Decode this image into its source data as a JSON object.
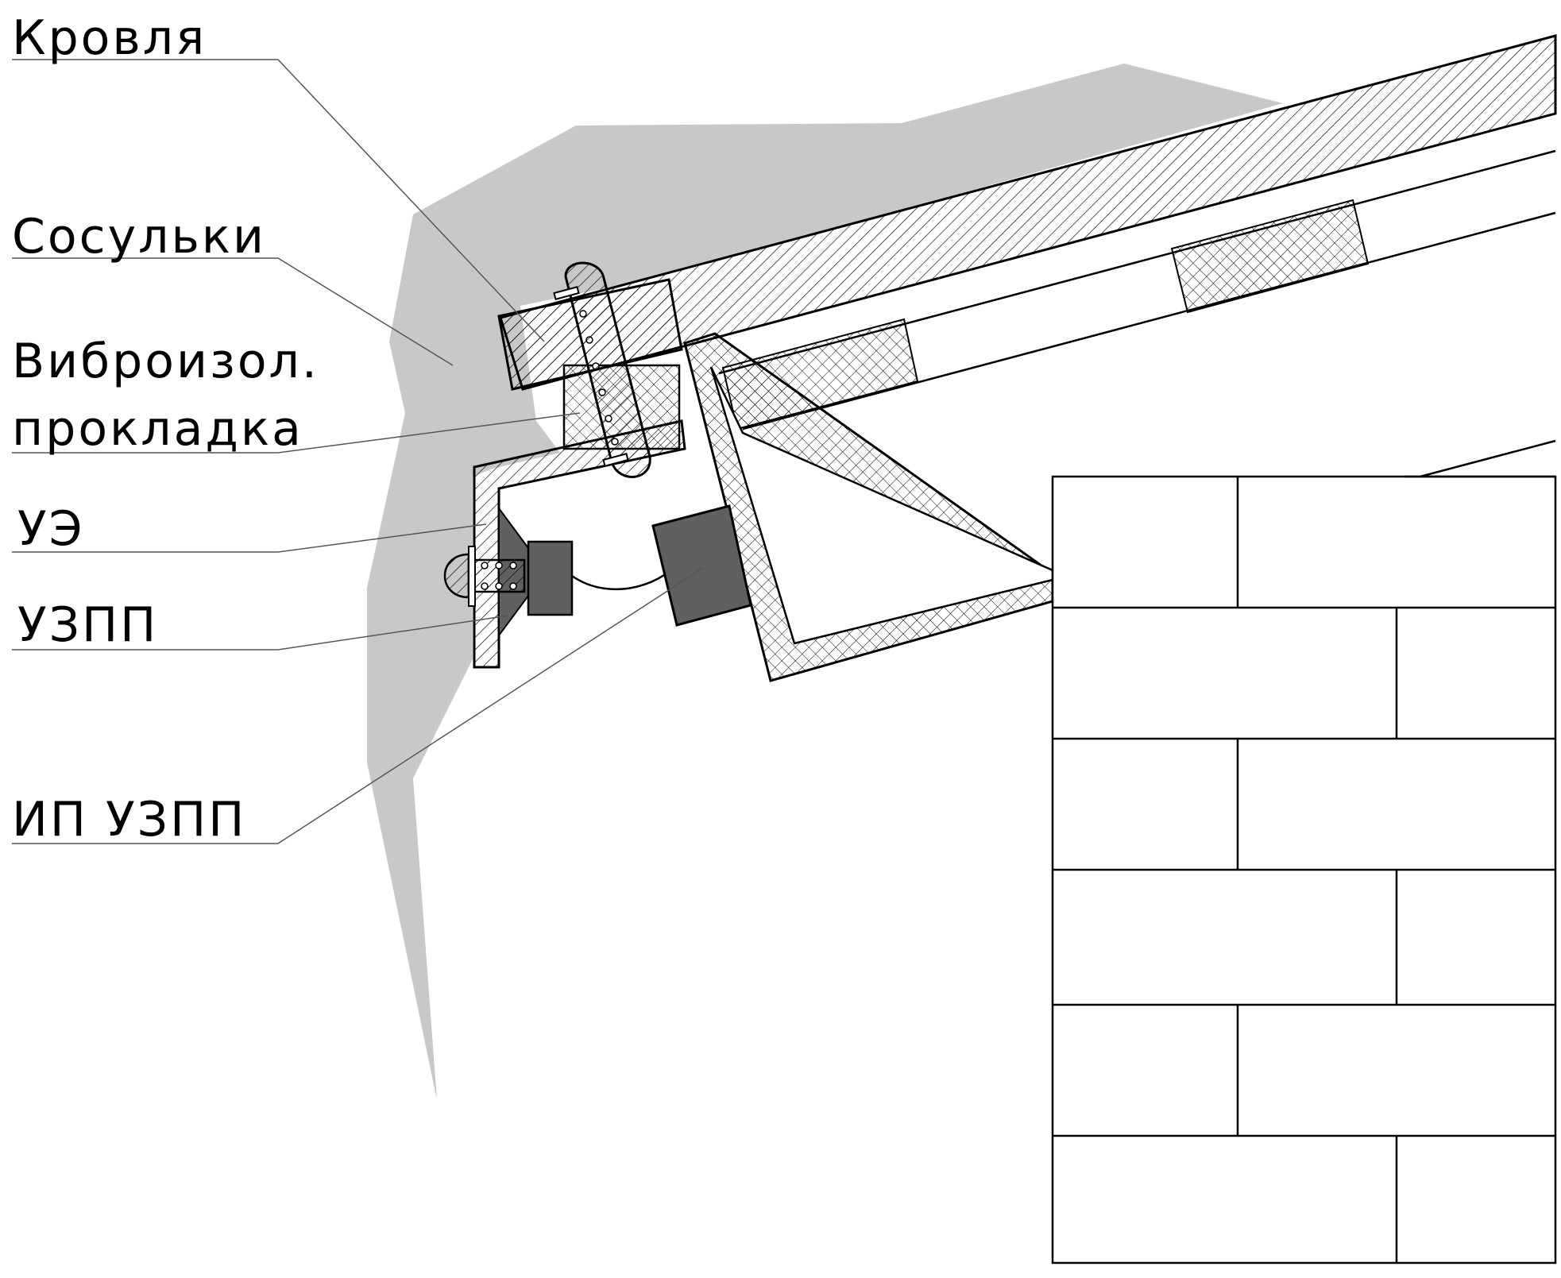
{
  "labels": {
    "roof": "Кровля",
    "icicles": "Сосульки",
    "vibro_line1": "Виброизол.",
    "vibro_line2": "прокладка",
    "ue": "УЭ",
    "uzpp": "УЗПП",
    "ip_uzpp": "ИП УЗПП"
  },
  "colors": {
    "ice": "#c8c8c8",
    "device": "#606060",
    "ink": "#000000",
    "background": "#ffffff"
  }
}
